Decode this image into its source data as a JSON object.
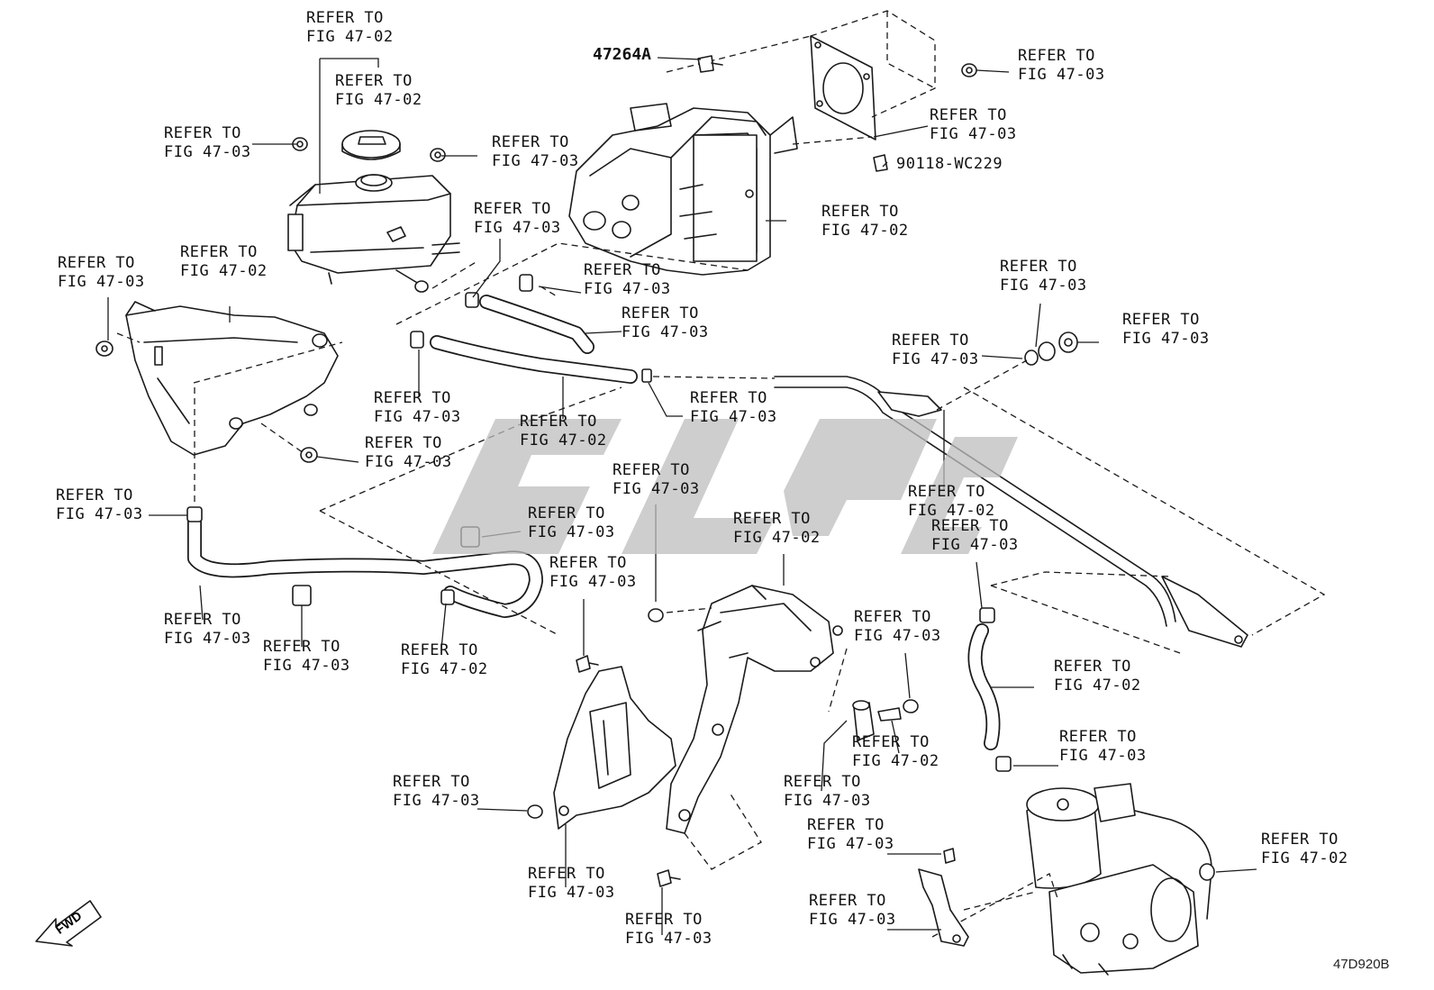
{
  "callouts": [
    {
      "id": "c1",
      "line1": "REFER TO",
      "line2": "FIG 47-02"
    },
    {
      "id": "c2",
      "line1": "REFER TO",
      "line2": "FIG 47-02"
    },
    {
      "id": "c3",
      "line1": "REFER TO",
      "line2": "FIG 47-03"
    },
    {
      "id": "c4",
      "line1": "REFER TO",
      "line2": "FIG 47-03"
    },
    {
      "id": "c5",
      "line1": "REFER TO",
      "line2": "FIG 47-03"
    },
    {
      "id": "c6",
      "line1": "REFER TO",
      "line2": "FIG 47-03"
    },
    {
      "id": "c7",
      "line1": "REFER TO",
      "line2": "FIG 47-02"
    },
    {
      "id": "c8",
      "line1": "REFER TO",
      "line2": "FIG 47-03"
    },
    {
      "id": "c9",
      "line1": "REFER TO",
      "line2": "FIG 47-02"
    },
    {
      "id": "c10",
      "line1": "REFER TO",
      "line2": "FIG 47-03"
    },
    {
      "id": "c11",
      "line1": "REFER TO",
      "line2": "FIG 47-03"
    },
    {
      "id": "c12",
      "line1": "REFER TO",
      "line2": "FIG 47-03"
    },
    {
      "id": "c13",
      "line1": "REFER TO",
      "line2": "FIG 47-03"
    },
    {
      "id": "c14",
      "line1": "REFER TO",
      "line2": "FIG 47-03"
    },
    {
      "id": "c15",
      "line1": "REFER TO",
      "line2": "FIG 47-03"
    },
    {
      "id": "c16",
      "line1": "REFER TO",
      "line2": "FIG 47-03"
    },
    {
      "id": "c17",
      "line1": "REFER TO",
      "line2": "FIG 47-02"
    },
    {
      "id": "c18",
      "line1": "REFER TO",
      "line2": "FIG 47-03"
    },
    {
      "id": "c19",
      "line1": "REFER TO",
      "line2": "FIG 47-03"
    },
    {
      "id": "c20",
      "line1": "REFER TO",
      "line2": "FIG 47-03"
    },
    {
      "id": "c21",
      "line1": "REFER TO",
      "line2": "FIG 47-02"
    },
    {
      "id": "c22",
      "line1": "REFER TO",
      "line2": "FIG 47-03"
    },
    {
      "id": "c23",
      "line1": "REFER TO",
      "line2": "FIG 47-03"
    },
    {
      "id": "c24",
      "line1": "REFER TO",
      "line2": "FIG 47-02"
    },
    {
      "id": "c25",
      "line1": "REFER TO",
      "line2": "FIG 47-03"
    },
    {
      "id": "c26",
      "line1": "REFER TO",
      "line2": "FIG 47-03"
    },
    {
      "id": "c27",
      "line1": "REFER TO",
      "line2": "FIG 47-03"
    },
    {
      "id": "c28",
      "line1": "REFER TO",
      "line2": "FIG 47-03"
    },
    {
      "id": "c29",
      "line1": "REFER TO",
      "line2": "FIG 47-03"
    },
    {
      "id": "c30",
      "line1": "REFER TO",
      "line2": "FIG 47-02"
    },
    {
      "id": "c31",
      "line1": "REFER TO",
      "line2": "FIG 47-02"
    },
    {
      "id": "c32",
      "line1": "REFER TO",
      "line2": "FIG 47-02"
    },
    {
      "id": "c33",
      "line1": "REFER TO",
      "line2": "FIG 47-03"
    },
    {
      "id": "c34",
      "line1": "REFER TO",
      "line2": "FIG 47-03"
    },
    {
      "id": "c35",
      "line1": "REFER TO",
      "line2": "FIG 47-03"
    },
    {
      "id": "c36",
      "line1": "REFER TO",
      "line2": "FIG 47-03"
    },
    {
      "id": "c37",
      "line1": "REFER TO",
      "line2": "FIG 47-03"
    },
    {
      "id": "c38",
      "line1": "REFER TO",
      "line2": "FIG 47-02"
    },
    {
      "id": "c39",
      "line1": "REFER TO",
      "line2": "FIG 47-03"
    }
  ],
  "part_numbers": {
    "bolt": "47264A",
    "clip": "90118-WC229"
  },
  "diagram_id": "47D920B",
  "fwd_label": "FWD",
  "colors": {
    "line": "#1a1a1a",
    "watermark": "#bdbdbd"
  }
}
